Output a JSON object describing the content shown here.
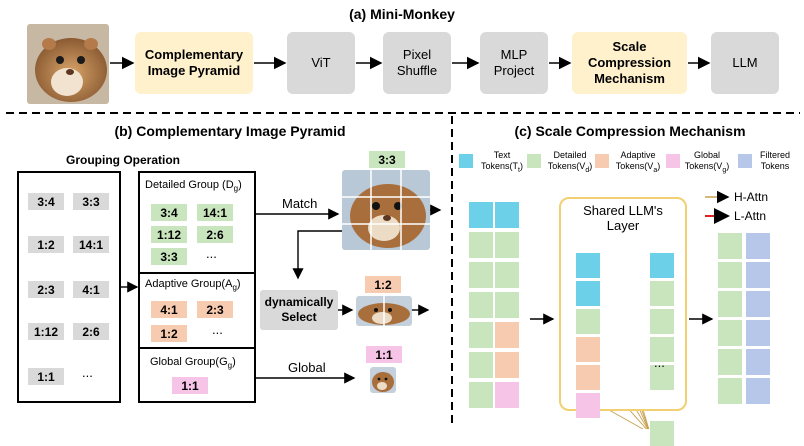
{
  "top": {
    "title": "(a) Mini-Monkey",
    "nodes": [
      "Complementary Image Pyramid",
      "ViT",
      "Pixel Shuffle",
      "MLP Project",
      "Scale Compression Mechanism",
      "LLM"
    ]
  },
  "pyramid": {
    "title": "(b) Complementary Image Pyramid",
    "grouping_title": "Grouping Operation",
    "all_ratios": [
      "3:4",
      "3:3",
      "1:2",
      "14:1",
      "2:3",
      "4:1",
      "1:12",
      "2:6",
      "1:1",
      "..."
    ],
    "detailed": {
      "title_main": "Detailed Group (D",
      "title_sub": "g",
      "title_end": ")",
      "chips": [
        "3:4",
        "14:1",
        "1:12",
        "2:6",
        "3:3",
        "..."
      ]
    },
    "adaptive": {
      "title_main": "Adaptive Group(A",
      "title_sub": "g",
      "title_end": ")",
      "chips": [
        "4:1",
        "2:3",
        "1:2",
        "..."
      ]
    },
    "global": {
      "title_main": "Global Group(G",
      "title_sub": "g",
      "title_end": ")",
      "chips": [
        "1:1"
      ]
    },
    "match_label": "Match",
    "select_label": "dynamically Select",
    "global_label": "Global",
    "match_chip": "3:3",
    "select_chip": "1:2",
    "global_chip": "1:1"
  },
  "compression": {
    "title": "(c) Scale Compression Mechanism",
    "legend": [
      {
        "name": "Text Tokens(T",
        "sub": "t",
        "end": ")",
        "color": "#6cd0e8"
      },
      {
        "name": "Detailed Tokens(V",
        "sub": "d",
        "end": ")",
        "color": "#c8e5bd"
      },
      {
        "name": "Adaptive Tokens(V",
        "sub": "a",
        "end": ")",
        "color": "#f7cbb0"
      },
      {
        "name": "Global Tokens(V",
        "sub": "g",
        "end": ")",
        "color": "#f5c4e6"
      },
      {
        "name": "Filtered Tokens",
        "sub": "",
        "end": "",
        "color": "#b6c7ea"
      }
    ],
    "shared_layer": "Shared LLM's Layer",
    "h_attn": "H-Attn",
    "l_attn": "L-Attn",
    "ellipsis": "...",
    "colors": {
      "h_attn": "#c8a050",
      "l_attn": "#e02020"
    }
  }
}
